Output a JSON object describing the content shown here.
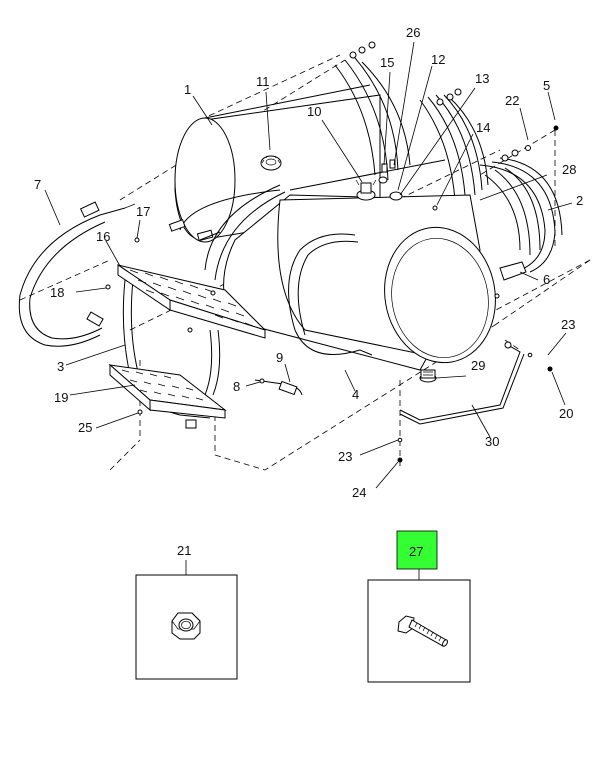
{
  "colors": {
    "highlight": "#33ff33",
    "ink": "#000000",
    "paper": "#ffffff"
  },
  "callouts": {
    "c1": "1",
    "c2": "2",
    "c3": "3",
    "c4": "4",
    "c5": "5",
    "c6": "6",
    "c7": "7",
    "c8": "8",
    "c9": "9",
    "c10": "10",
    "c11": "11",
    "c12": "12",
    "c13": "13",
    "c14": "14",
    "c15": "15",
    "c16": "16",
    "c17": "17",
    "c18": "18",
    "c19": "19",
    "c20": "20",
    "c22": "22",
    "c23a": "23",
    "c23b": "23",
    "c24": "24",
    "c25": "25",
    "c26": "26",
    "c28": "28",
    "c29": "29",
    "c30": "30"
  },
  "detail_boxes": {
    "nut": {
      "label": "21",
      "icon": "hex-nut-icon"
    },
    "bolt": {
      "label": "27",
      "icon": "hex-bolt-icon",
      "highlighted": true
    }
  }
}
